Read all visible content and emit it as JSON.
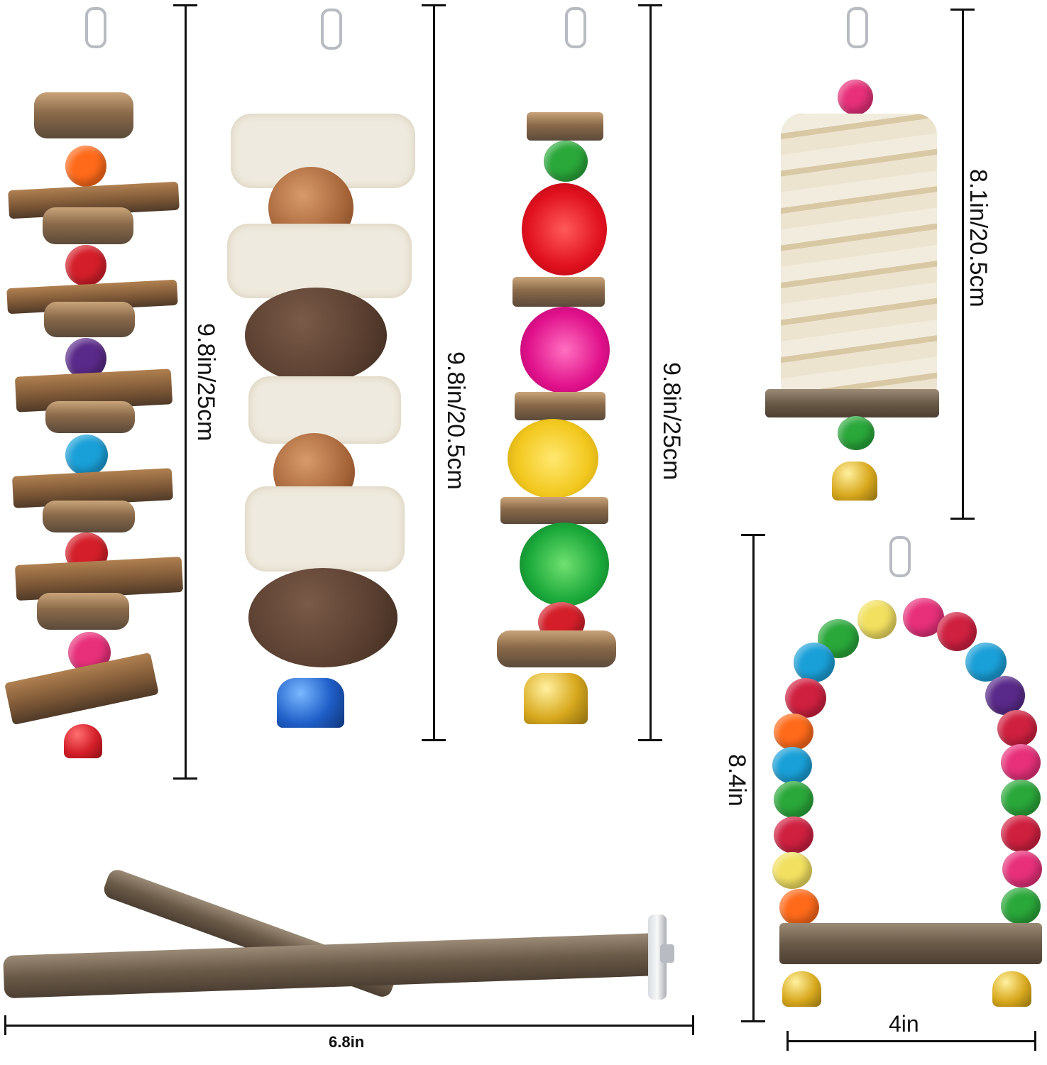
{
  "image": {
    "description": "Product photo of a parrot toy set with dimension annotations",
    "background": "#ffffff"
  },
  "items": [
    {
      "name": "wood-slice-bark-bead-toy",
      "dimension_label": "9.8in/25cm",
      "bell_color": "#d41f2a"
    },
    {
      "name": "loofah-nut-toy",
      "dimension_label": "9.8in/20.5cm",
      "bell_color": "#1f5fc8"
    },
    {
      "name": "rattan-ball-toy",
      "dimension_label": "9.8in/25cm",
      "bell_color": "#d8a91e"
    },
    {
      "name": "corn-husk-toy",
      "dimension_label": "8.1in/20.5cm",
      "bell_color": "#d8a91e"
    },
    {
      "name": "wooden-fork-perch",
      "dimension_label": "6.8in"
    },
    {
      "name": "bead-swing",
      "height_label": "8.4in",
      "width_label": "4in",
      "bell_color": "#d8a91e"
    }
  ],
  "bead_colors": [
    "#ff6a1a",
    "#d41f2a",
    "#5a2a8a",
    "#1aa0d8",
    "#e8307a",
    "#2aa83a",
    "#f2d23a",
    "#d02040"
  ]
}
